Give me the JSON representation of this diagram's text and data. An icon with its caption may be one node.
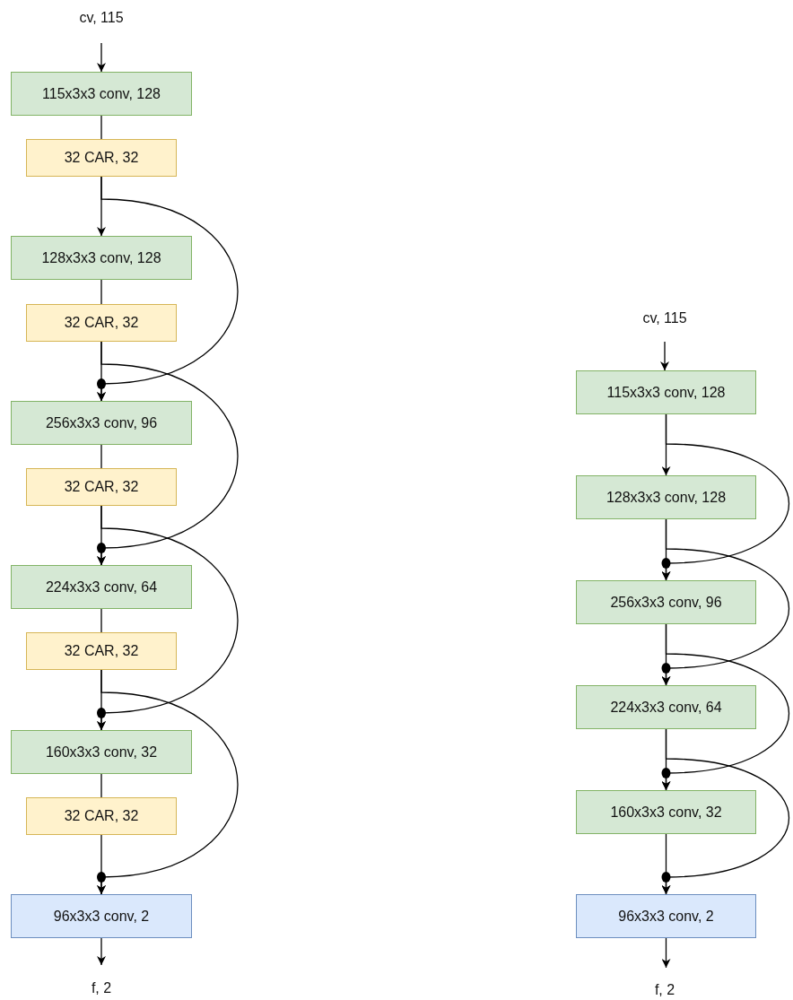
{
  "diagram": {
    "nodes": [
      {
        "text": [
          "cv, 115"
        ]
      },
      {
        "text": [
          "115x3x3 conv, 128"
        ]
      },
      {
        "text": [
          "32 CAR, 32"
        ]
      },
      {
        "text": [
          "128x3x3 conv, 128"
        ]
      },
      {
        "text": [
          "32 CAR, 32"
        ]
      },
      {
        "text": [
          "256x3x3 conv, 96"
        ]
      },
      {
        "text": [
          "32 CAR, 32"
        ]
      },
      {
        "text": [
          "224x3x3 conv, 64"
        ]
      },
      {
        "text": [
          "32 CAR, 32"
        ]
      },
      {
        "text": [
          "160x3x3 conv, 32"
        ]
      },
      {
        "text": [
          "32 CAR, 32"
        ]
      },
      {
        "text": [
          "96x3x3 conv, 2"
        ]
      },
      {
        "text": [
          "f, 2"
        ]
      },
      {
        "text": [
          "cv, 115"
        ]
      },
      {
        "text": [
          "115x3x3 conv, 128"
        ]
      },
      {
        "text": [
          "128x3x3 conv, 128"
        ]
      },
      {
        "text": [
          "256x3x3 conv, 96"
        ]
      },
      {
        "text": [
          "224x3x3 conv, 64"
        ]
      },
      {
        "text": [
          "160x3x3 conv, 32"
        ]
      },
      {
        "text": [
          "96x3x3 conv, 2"
        ]
      },
      {
        "text": [
          "f, 2"
        ]
      }
    ],
    "edges": [
      {
        "from": 0,
        "to": 1,
        "arrow": "to"
      },
      {
        "from": 1,
        "to": 2,
        "arrow": "none"
      },
      {
        "from": 2,
        "to": 3,
        "arrow": "to"
      },
      {
        "from": 3,
        "to": 4,
        "arrow": "none"
      },
      {
        "from": 4,
        "to": 5,
        "arrow": "to"
      },
      {
        "from": 5,
        "to": 6,
        "arrow": "none"
      },
      {
        "from": 6,
        "to": 7,
        "arrow": "to"
      },
      {
        "from": 7,
        "to": 8,
        "arrow": "none"
      },
      {
        "from": 8,
        "to": 9,
        "arrow": "to"
      },
      {
        "from": 9,
        "to": 10,
        "arrow": "none"
      },
      {
        "from": 10,
        "to": 11,
        "arrow": "to"
      },
      {
        "from": 11,
        "to": 12,
        "arrow": "to"
      },
      {
        "from": 2,
        "to": 5,
        "arrow": "to"
      },
      {
        "from": 4,
        "to": 7,
        "arrow": "to"
      },
      {
        "from": 6,
        "to": 9,
        "arrow": "to"
      },
      {
        "from": 8,
        "to": 11,
        "arrow": "to"
      },
      {
        "from": 13,
        "to": 14,
        "arrow": "to"
      },
      {
        "from": 14,
        "to": 15,
        "arrow": "to"
      },
      {
        "from": 15,
        "to": 16,
        "arrow": "to"
      },
      {
        "from": 16,
        "to": 17,
        "arrow": "to"
      },
      {
        "from": 17,
        "to": 18,
        "arrow": "to"
      },
      {
        "from": 18,
        "to": 19,
        "arrow": "to"
      },
      {
        "from": 19,
        "to": 20,
        "arrow": "to"
      },
      {
        "from": 14,
        "to": 16,
        "arrow": "to"
      },
      {
        "from": 15,
        "to": 17,
        "arrow": "to"
      },
      {
        "from": 16,
        "to": 18,
        "arrow": "to"
      },
      {
        "from": 17,
        "to": 19,
        "arrow": "to"
      }
    ]
  }
}
